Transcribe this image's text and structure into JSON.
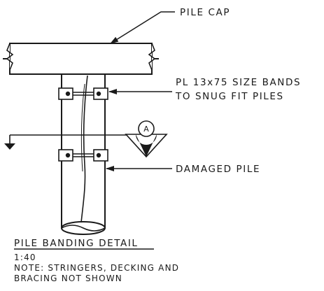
{
  "labels": {
    "pile_cap": "PILE CAP",
    "bands_line1": "PL 13x75 SIZE BANDS",
    "bands_line2": "TO SNUG FIT PILES",
    "damaged_pile": "DAMAGED PILE",
    "section_marker": "A"
  },
  "title_block": {
    "title": "PILE BANDING DETAIL",
    "scale": "1:40",
    "note_line1": "NOTE: STRINGERS, DECKING AND",
    "note_line2": "BRACING NOT SHOWN"
  }
}
